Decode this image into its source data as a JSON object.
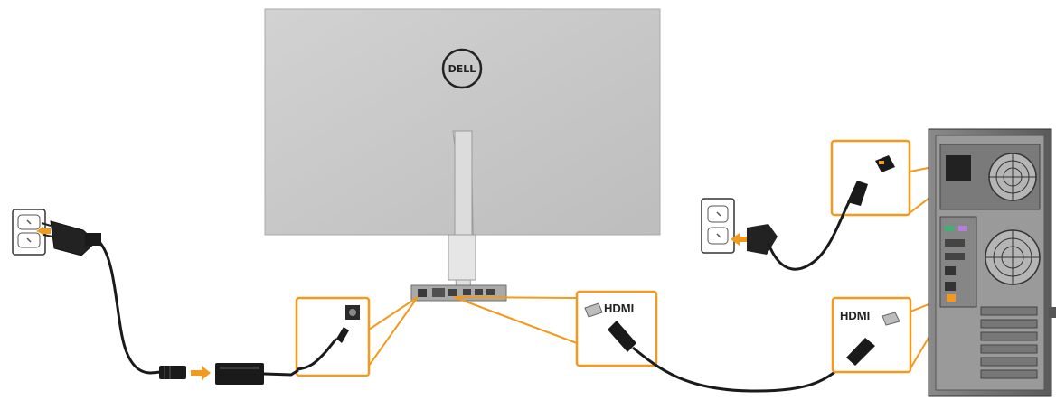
{
  "labels": {
    "hdmi_monitor": "HDMI",
    "hdmi_computer": "HDMI"
  },
  "brand": {
    "logo_text": "DELL"
  },
  "colors": {
    "callout": "#f39a1e",
    "arrow": "#f39a1e",
    "monitor_body": "#c8c8c8",
    "cable": "#1a1a1a",
    "tower": "#6e6e6e"
  },
  "icons": [
    "wall-outlet-icon",
    "power-plug-icon",
    "power-adapter-icon",
    "hdmi-port-icon",
    "hdmi-connector-icon",
    "fan-grille-icon",
    "arrow-right-icon"
  ]
}
